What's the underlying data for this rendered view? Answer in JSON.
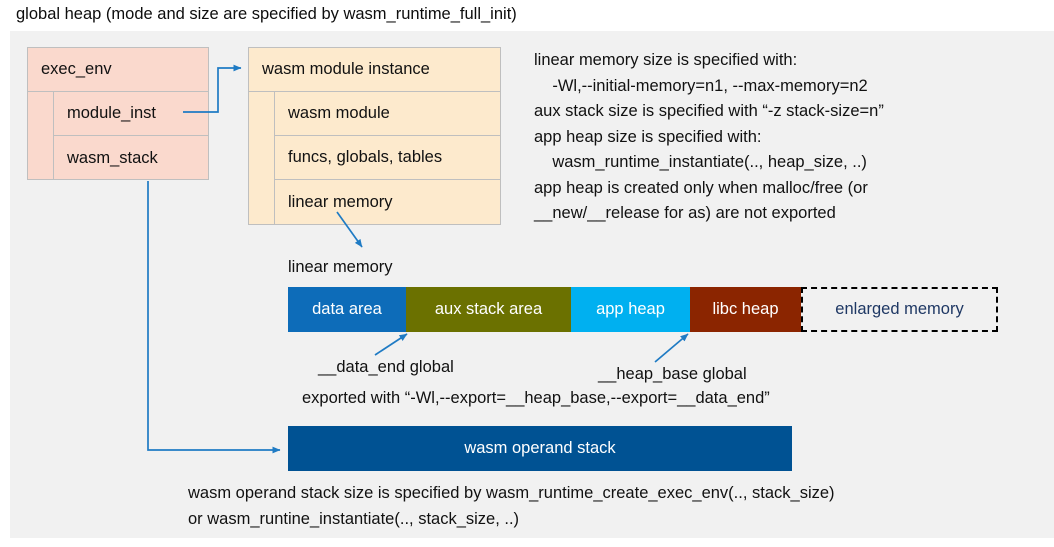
{
  "caption": {
    "top": "global heap (mode and size are specified by wasm_runtime_full_init)"
  },
  "exec_env": {
    "title": "exec_env",
    "fields": [
      {
        "label": "module_inst"
      },
      {
        "label": "wasm_stack"
      }
    ]
  },
  "wasm_module_instance": {
    "title": "wasm module instance",
    "fields": [
      {
        "label": "wasm module"
      },
      {
        "label": "funcs, globals, tables"
      },
      {
        "label": "linear memory"
      }
    ]
  },
  "notes_right": {
    "lines": [
      "linear memory size is specified with:",
      "    -Wl,--initial-memory=n1, --max-memory=n2",
      "aux stack size is specified with “-z stack-size=n”",
      "app heap size is specified with:",
      "    wasm_runtime_instantiate(.., heap_size, ..)",
      "app heap is created only when malloc/free (or",
      "__new/__release for as) are not exported"
    ]
  },
  "linear_memory": {
    "label": "linear memory",
    "segments": [
      {
        "label": "data area",
        "color": "#0d6cb9",
        "width": 118
      },
      {
        "label": "aux stack area",
        "color": "#6b7100",
        "width": 165
      },
      {
        "label": "app heap",
        "color": "#00b0f0",
        "width": 119
      },
      {
        "label": "libc heap",
        "color": "#8b2500",
        "width": 111
      },
      {
        "label": "enlarged memory",
        "color": "#f1f1f1",
        "width": 197,
        "dashed": true
      }
    ]
  },
  "annotations": {
    "data_end": "__data_end global",
    "heap_base": "__heap_base global",
    "export_line": "exported with “-Wl,--export=__heap_base,--export=__data_end”"
  },
  "operand_stack": {
    "label": "wasm operand stack"
  },
  "notes_bottom": {
    "lines": [
      "wasm operand stack size is specified by wasm_runtime_create_exec_env(.., stack_size)",
      "or wasm_runtine_instantiate(.., stack_size, ..)"
    ]
  },
  "colors": {
    "arrow": "#1f7bc4",
    "panel_background": "#f1f1f1",
    "exec_env_fill": "#fad9cd",
    "module_instance_fill": "#fdeacd",
    "operand_stack_fill": "#005293"
  }
}
